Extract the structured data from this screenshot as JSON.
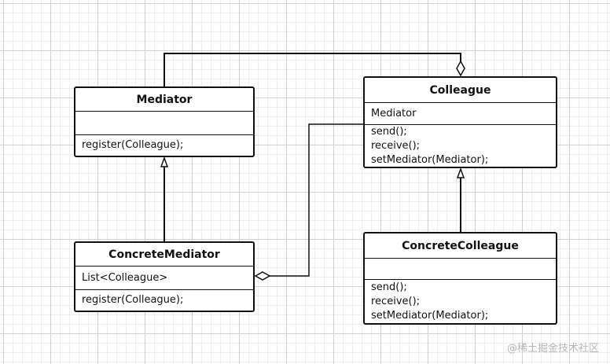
{
  "classes": {
    "mediator": {
      "name": "Mediator",
      "attributes": [],
      "operations": [
        "register(Colleague);"
      ]
    },
    "concrete_mediator": {
      "name": "ConcreteMediator",
      "attributes": [
        "List<Colleague>"
      ],
      "operations": [
        "register(Colleague);"
      ]
    },
    "colleague": {
      "name": "Colleague",
      "attributes": [
        "Mediator"
      ],
      "operations": [
        "send();",
        "receive();",
        "setMediator(Mediator);"
      ]
    },
    "concrete_colleague": {
      "name": "ConcreteColleague",
      "attributes": [],
      "operations": [
        "send();",
        "receive();",
        "setMediator(Mediator);"
      ]
    }
  },
  "relationships": [
    {
      "type": "aggregation",
      "from": "Mediator",
      "to": "Colleague"
    },
    {
      "type": "aggregation",
      "from": "Colleague",
      "to": "ConcreteMediator"
    },
    {
      "type": "generalization",
      "from": "ConcreteMediator",
      "to": "Mediator"
    },
    {
      "type": "generalization",
      "from": "ConcreteColleague",
      "to": "Colleague"
    }
  ],
  "watermark": "@稀土掘金技术社区"
}
